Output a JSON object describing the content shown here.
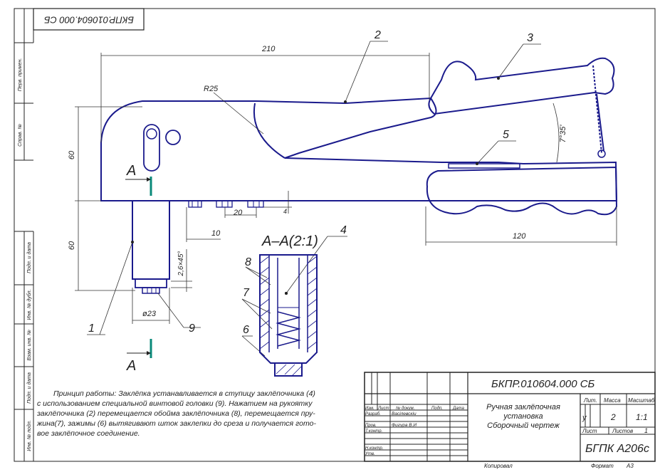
{
  "doc_number_rotated": "БКПР.010604.000 СБ",
  "side_labels": [
    "Перв. примен.",
    "Справ. №",
    "Подп. и дата",
    "Инв. № дубл.",
    "Взам. инв. №",
    "Подп. и дата",
    "Инв. № подл."
  ],
  "dimensions": {
    "total_length": "210",
    "radius": "R25",
    "height_top": "60",
    "height_bottom": "60",
    "spacing": "20",
    "small": "4",
    "offset": "10",
    "chamfer": "2,6×45°",
    "diameter": "ø23",
    "handle_length": "120",
    "angle": "7°35'"
  },
  "callouts": [
    "1",
    "2",
    "3",
    "4",
    "5",
    "6",
    "7",
    "8",
    "9"
  ],
  "section_marker": "А",
  "section_title": "А–А(2:1)",
  "description": [
    "Принцип работы: Заклёпка устанавливается в ступицу заклёпочника (4)",
    "с использованием специальной винтовой головки (9). Нажатием на рукоятку",
    "заклёпочника (2) перемещается обойма заклёпочника (8), перемещается пру-",
    "жина(7), зажимы (6) вытягивают шток заклепки до среза и получается гото-",
    "вое заклёпочное соединение."
  ],
  "title_block": {
    "doc_number": "БКПР.010604.000 СБ",
    "name_line1": "Ручная заклёпочная",
    "name_line2": "установка",
    "name_line3": "Сборочный чертеж",
    "header_lit": "Лит.",
    "header_mass": "Масса",
    "header_scale": "Масштаб",
    "lit_value": "у",
    "mass_value": "2",
    "scale_value": "1:1",
    "sheet_label": "Лист",
    "sheets_label": "Листов",
    "sheets_value": "1",
    "organization": "БГПК А206с",
    "col_izm": "Изм.",
    "col_list": "Лист",
    "col_doc": "№ докум.",
    "col_sign": "Подп.",
    "col_date": "Дата",
    "row_razrab": "Разраб.",
    "row_prov": "Пров.",
    "row_tkontr": "Т.контр.",
    "row_nkontr": "Н.контр.",
    "row_utv": "Утв.",
    "razrab_name": "Васілевскіи",
    "prov_name": "Фигура В.И"
  },
  "footer_left": "Копировал",
  "footer_format": "Формат",
  "footer_format_value": "А3"
}
